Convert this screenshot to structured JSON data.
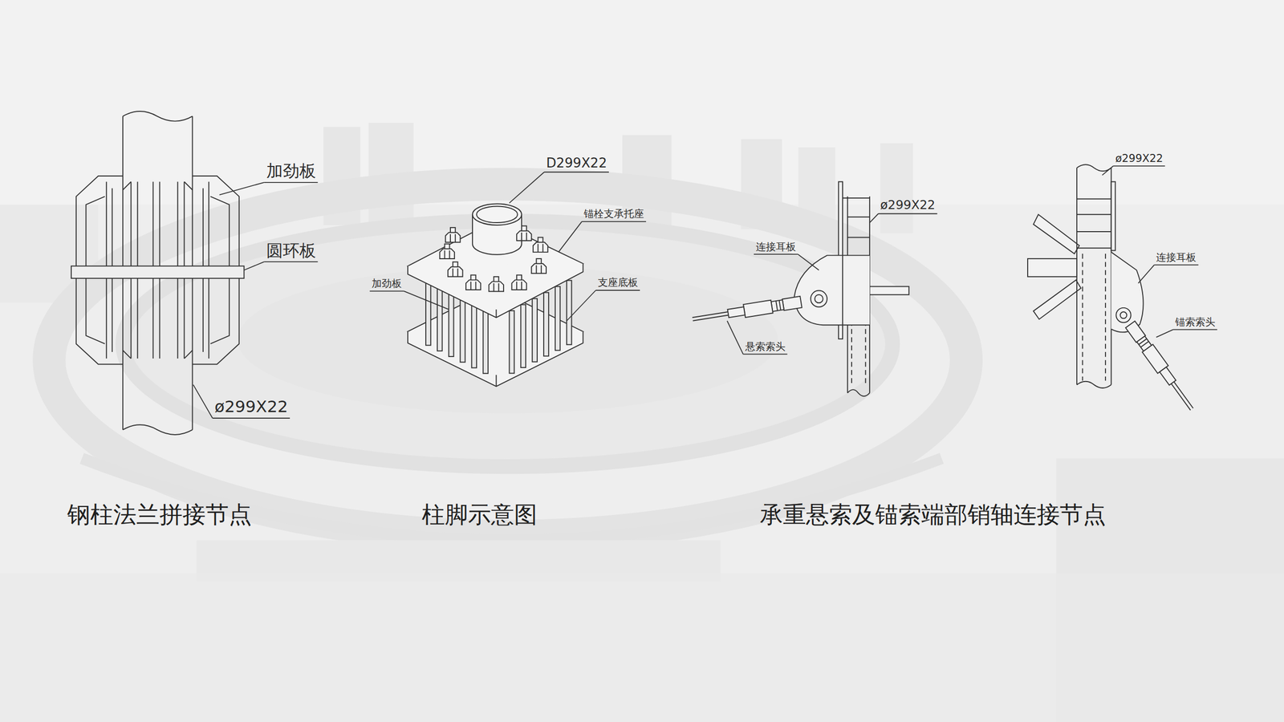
{
  "diagram": {
    "labels": [
      "加劲板",
      "圆环板",
      "ø299X22",
      "D299X22",
      "锚栓支承托座",
      "加劲板",
      "支座底板",
      "ø299X22",
      "连接耳板",
      "悬索索头",
      "ø299X22",
      "连接耳板",
      "锚索索头",
      "钢柱法兰拼接节点",
      "柱脚示意图",
      "承重悬索及锚索端部销轴连接节点"
    ]
  }
}
